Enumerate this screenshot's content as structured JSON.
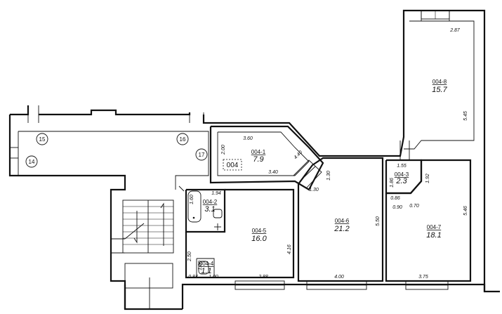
{
  "plan": {
    "flat_number": "004",
    "axis_labels": [
      "15",
      "16",
      "17",
      "14"
    ],
    "rooms": [
      {
        "id": "004-1",
        "area": "7.9"
      },
      {
        "id": "004-2",
        "area": "3.1"
      },
      {
        "id": "004-3",
        "area": "2.3"
      },
      {
        "id": "004-4",
        "area": "1.1"
      },
      {
        "id": "004-5",
        "area": "16.0"
      },
      {
        "id": "004-6",
        "area": "21.2"
      },
      {
        "id": "004-7",
        "area": "18.1"
      },
      {
        "id": "004-8",
        "area": "15.7"
      }
    ],
    "dimensions": [
      "2.87",
      "5.45",
      "3.60",
      "4.40",
      "2.00",
      "3.40",
      "1.30",
      "1.30",
      "1.55",
      "1.86",
      "1.92",
      "0.86",
      "0.90",
      "0.70",
      "1.94",
      "1.60",
      "5.50",
      "5.46",
      "4.16",
      "2.50",
      "1.00",
      "0.84",
      "1.00",
      "2.88",
      "4.00",
      "3.75"
    ]
  }
}
